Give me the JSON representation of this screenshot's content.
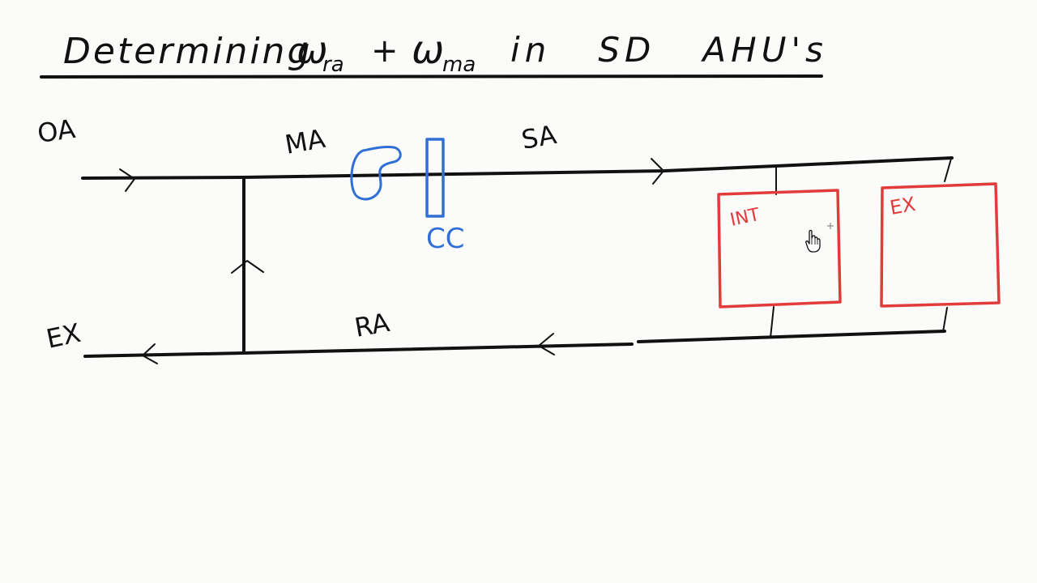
{
  "title": {
    "prefix": "Determining",
    "omega_ra_symbol": "ω",
    "omega_ra_sub": "ra",
    "plus": "+",
    "omega_ma_symbol": "ω",
    "omega_ma_sub": "ma",
    "suffix": "in   SD   AHU's"
  },
  "labels": {
    "oa": "OA",
    "ma": "MA",
    "sa": "SA",
    "ex_left": "EX",
    "ra": "RA",
    "cc": "CC",
    "int_zone": "INT",
    "ex_zone": "EX"
  },
  "colors": {
    "ink": "#111111",
    "fan_coil": "#2f6fd6",
    "zones": "#e23b3b",
    "background": "#fbfbf9"
  },
  "icons": {
    "cursor": "hand-pointer-icon"
  }
}
